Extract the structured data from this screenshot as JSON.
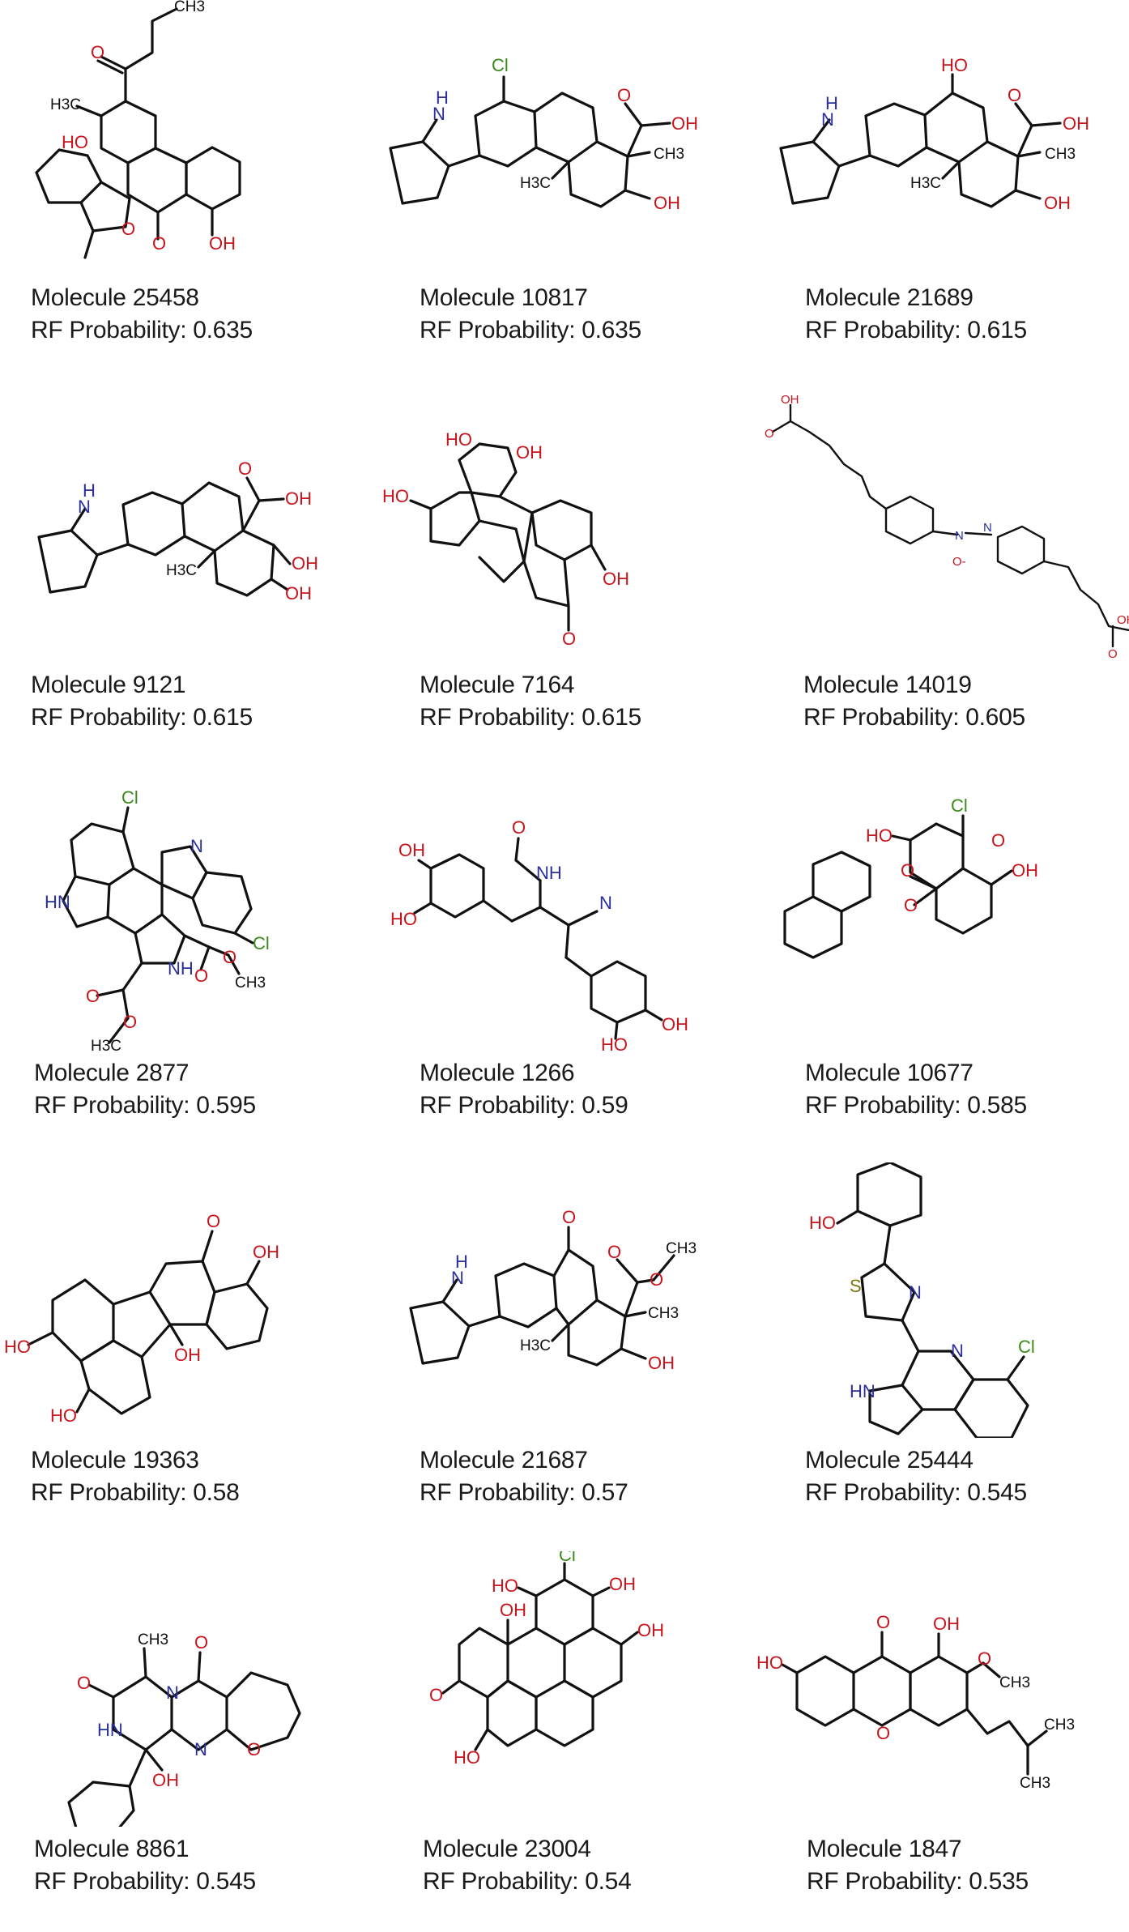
{
  "figure": {
    "layout": {
      "columns": 3,
      "rows": 5
    },
    "label_prefix": "Molecule",
    "prob_prefix": "RF Probability:",
    "atom_colors": {
      "O": "#c8141c",
      "N": "#2a2f9a",
      "Cl": "#3a8a1a",
      "S": "#7a7a10",
      "C": "#111111"
    },
    "molecules": [
      {
        "name": "Molecule 25458",
        "prob": "RF Probability: 0.635",
        "id": "25458",
        "rf_probability": 0.635
      },
      {
        "name": "Molecule 10817",
        "prob": "RF Probability: 0.635",
        "id": "10817",
        "rf_probability": 0.635
      },
      {
        "name": "Molecule 21689",
        "prob": "RF Probability: 0.615",
        "id": "21689",
        "rf_probability": 0.615
      },
      {
        "name": "Molecule 9121",
        "prob": "RF Probability: 0.615",
        "id": "9121",
        "rf_probability": 0.615
      },
      {
        "name": "Molecule 7164",
        "prob": "RF Probability: 0.615",
        "id": "7164",
        "rf_probability": 0.615
      },
      {
        "name": "Molecule 14019",
        "prob": "RF Probability: 0.605",
        "id": "14019",
        "rf_probability": 0.605
      },
      {
        "name": "Molecule 2877",
        "prob": "RF Probability: 0.595",
        "id": "2877",
        "rf_probability": 0.595
      },
      {
        "name": "Molecule 1266",
        "prob": "RF Probability: 0.59",
        "id": "1266",
        "rf_probability": 0.59
      },
      {
        "name": "Molecule 10677",
        "prob": "RF Probability: 0.585",
        "id": "10677",
        "rf_probability": 0.585
      },
      {
        "name": "Molecule 19363",
        "prob": "RF Probability: 0.58",
        "id": "19363",
        "rf_probability": 0.58
      },
      {
        "name": "Molecule 21687",
        "prob": "RF Probability: 0.57",
        "id": "21687",
        "rf_probability": 0.57
      },
      {
        "name": "Molecule 25444",
        "prob": "RF Probability: 0.545",
        "id": "25444",
        "rf_probability": 0.545
      },
      {
        "name": "Molecule 8861",
        "prob": "RF Probability: 0.545",
        "id": "8861",
        "rf_probability": 0.545
      },
      {
        "name": "Molecule 23004",
        "prob": "RF Probability: 0.54",
        "id": "23004",
        "rf_probability": 0.54
      },
      {
        "name": "Molecule 1847",
        "prob": "RF Probability: 0.535",
        "id": "1847",
        "rf_probability": 0.535
      }
    ],
    "atom_labels": {
      "m0": [
        "CH3",
        "O",
        "H3C",
        "HO",
        "O",
        "O",
        "OH"
      ],
      "m1": [
        "Cl",
        "H",
        "N",
        "O",
        "OH",
        "CH3",
        "H3C",
        "OH"
      ],
      "m2": [
        "HO",
        "H",
        "N",
        "O",
        "OH",
        "CH3",
        "H3C",
        "OH"
      ],
      "m3": [
        "H",
        "N",
        "O",
        "OH",
        "OH",
        "H3C",
        "OH"
      ],
      "m4": [
        "HO",
        "OH",
        "HO",
        "O",
        "OH"
      ],
      "m5": [
        "OH",
        "O",
        "N",
        "N",
        "O-",
        "OH",
        "O"
      ],
      "m6": [
        "Cl",
        "N",
        "HN",
        "Cl",
        "O",
        "CH3",
        "O",
        "NH",
        "O",
        "H3C",
        "O"
      ],
      "m7": [
        "O",
        "NH",
        "OH",
        "HO",
        "N",
        "OH",
        "HO"
      ],
      "m8": [
        "Cl",
        "HO",
        "O",
        "OH",
        "O",
        "O"
      ],
      "m9": [
        "O",
        "OH",
        "HO",
        "OH",
        "HO"
      ],
      "m10": [
        "O",
        "CH3",
        "H",
        "N",
        "O",
        "O",
        "CH3",
        "H3C",
        "OH"
      ],
      "m11": [
        "HO",
        "S",
        "N",
        "N",
        "Cl",
        "HN"
      ],
      "m12": [
        "CH3",
        "O",
        "O",
        "N",
        "HN",
        "N",
        "O",
        "OH"
      ],
      "m13": [
        "Cl",
        "HO",
        "OH",
        "OH",
        "OH",
        "O",
        "HO"
      ],
      "m14": [
        "O",
        "OH",
        "HO",
        "O",
        "CH3",
        "O",
        "CH3",
        "CH3"
      ]
    }
  }
}
